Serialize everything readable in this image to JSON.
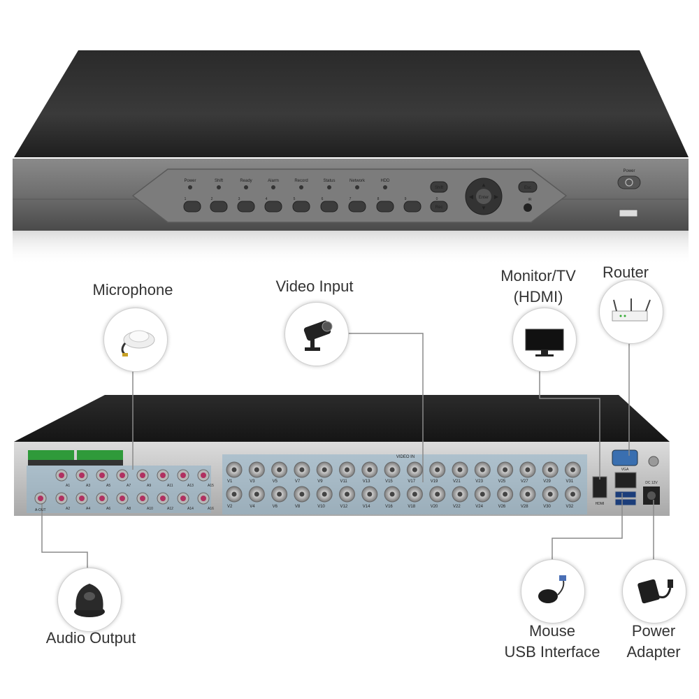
{
  "labels": {
    "microphone": "Microphone",
    "video_input": "Video Input",
    "monitor_line1": "Monitor/TV",
    "monitor_line2": "(HDMI)",
    "router": "Router",
    "audio_output": "Audio Output",
    "mouse_line1": "Mouse",
    "mouse_line2": "USB Interface",
    "power_line1": "Power",
    "power_line2": "Adapter"
  },
  "front_panel": {
    "indicators": [
      "Power",
      "Shift",
      "Ready",
      "Alarm",
      "Record",
      "Status",
      "Network",
      "HDD"
    ],
    "button_numbers": [
      "1",
      "2",
      "3",
      "4",
      "5",
      "6",
      "7",
      "8",
      "9",
      "0"
    ],
    "shift_label": "Shift",
    "rec_label": "Rec",
    "esc_label": "Esc",
    "enter_label": "Enter",
    "ir_label": "IR",
    "power_label": "Power"
  },
  "rear_panel": {
    "video_in_label": "VIDEO IN",
    "video_top": [
      "V1",
      "V3",
      "V5",
      "V7",
      "V9",
      "V11",
      "V13",
      "V15",
      "V17",
      "V19",
      "V21",
      "V23",
      "V25",
      "V27",
      "V29",
      "V31"
    ],
    "video_bottom": [
      "V2",
      "V4",
      "V6",
      "V8",
      "V10",
      "V12",
      "V14",
      "V16",
      "V18",
      "V20",
      "V22",
      "V24",
      "V26",
      "V28",
      "V30",
      "V32"
    ],
    "audio_top": [
      "A1",
      "A3",
      "A5",
      "A7",
      "A9",
      "A11",
      "A13",
      "A15"
    ],
    "audio_bottom": [
      "A2",
      "A4",
      "A6",
      "A8",
      "A10",
      "A12",
      "A14",
      "A16"
    ],
    "audio_out_label": "A-OUT",
    "hdmi_label": "HDMI",
    "vga_label": "VGA",
    "dc_label": "DC 12V"
  }
}
